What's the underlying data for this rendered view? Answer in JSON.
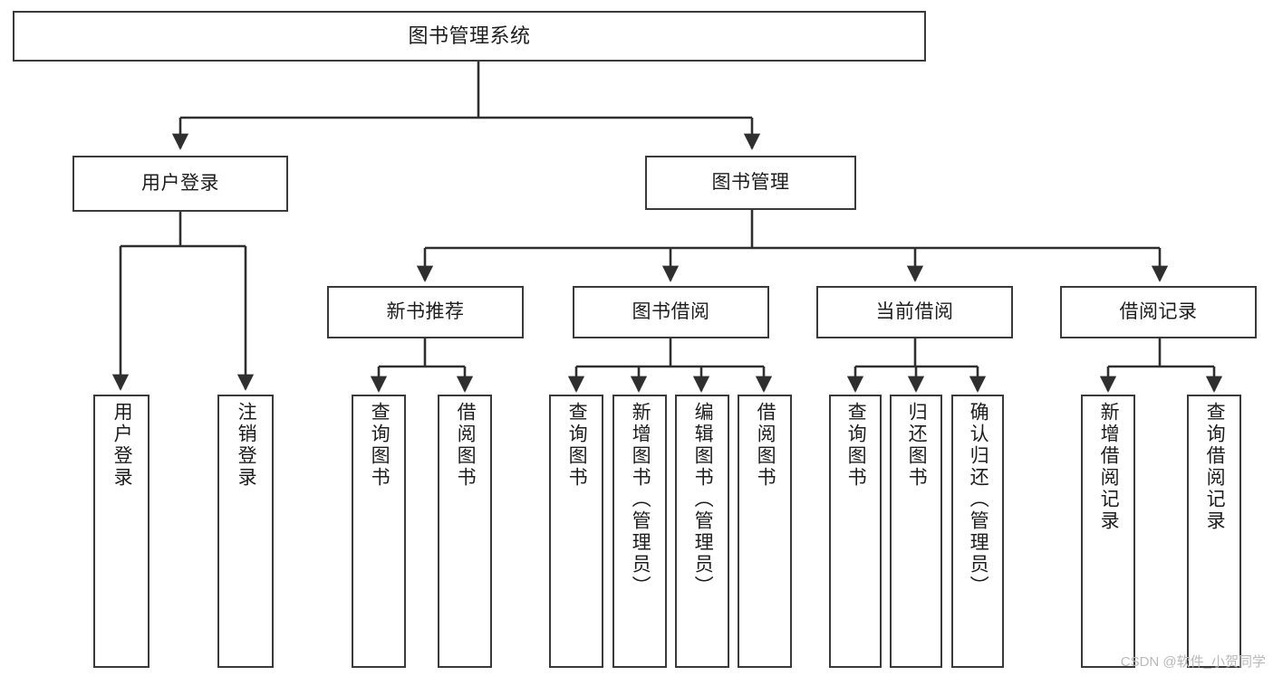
{
  "diagram": {
    "title": "图书管理系统",
    "type": "tree",
    "watermark": "CSDN @软件_小贺同学",
    "colors": {
      "background": "#ffffff",
      "box_border": "#3a3a3a",
      "box_fill": "#ffffff",
      "connector": "#2f2f2f",
      "text": "#1d1d1d",
      "watermark": "#b9b9b9"
    },
    "root": {
      "label": "图书管理系统"
    },
    "level1": [
      {
        "label": "用户登录"
      },
      {
        "label": "图书管理"
      }
    ],
    "level2": [
      {
        "label": "新书推荐"
      },
      {
        "label": "图书借阅"
      },
      {
        "label": "当前借阅"
      },
      {
        "label": "借阅记录"
      }
    ],
    "leaves": {
      "user_login": [
        {
          "label": "用户登录"
        },
        {
          "label": "注销登录"
        }
      ],
      "new_book_recommend": [
        {
          "label": "查询图书"
        },
        {
          "label": "借阅图书"
        }
      ],
      "book_borrow": [
        {
          "label": "查询图书"
        },
        {
          "label": "新增图书（管理员）"
        },
        {
          "label": "编辑图书（管理员）"
        },
        {
          "label": "借阅图书"
        }
      ],
      "current_borrow": [
        {
          "label": "查询图书"
        },
        {
          "label": "归还图书"
        },
        {
          "label": "确认归还（管理员）"
        }
      ],
      "borrow_record": [
        {
          "label": "新增借阅记录"
        },
        {
          "label": "查询借阅记录"
        }
      ]
    }
  }
}
